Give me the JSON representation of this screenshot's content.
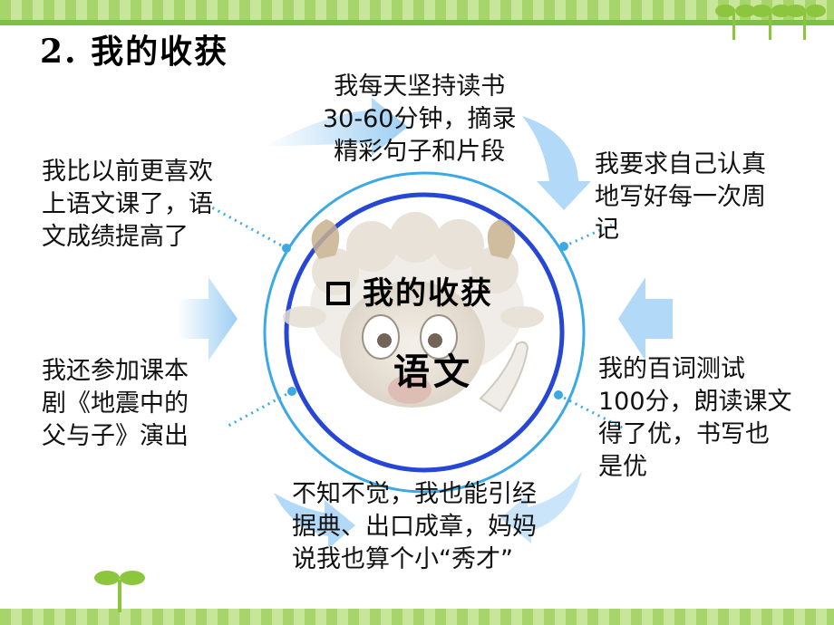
{
  "heading": "2. 我的收获",
  "center": {
    "title": "我的收获",
    "subtitle": "语文"
  },
  "items": {
    "top": "我每天坚持读书\n30-60分钟，摘录\n精彩句子和片段",
    "top_right": "我要求自己认真\n地写好每一次周\n记",
    "right": "我的百词测试\n100分，朗读课文\n得了优，书写也\n是优",
    "bottom": "不知不觉，我也能引经\n据典、出口成章，妈妈\n说我也算个小“秀才”",
    "left": "我还参加课本\n剧《地震中的\n父与子》演出",
    "top_left": "我比以前更喜欢\n上语文课了，语\n文成绩提高了"
  },
  "colors": {
    "ring_outer": "#3aa9e6",
    "ring_inner": "#2646d6",
    "arrow": "#9fd0f5",
    "stripe": "#a8d46c"
  }
}
